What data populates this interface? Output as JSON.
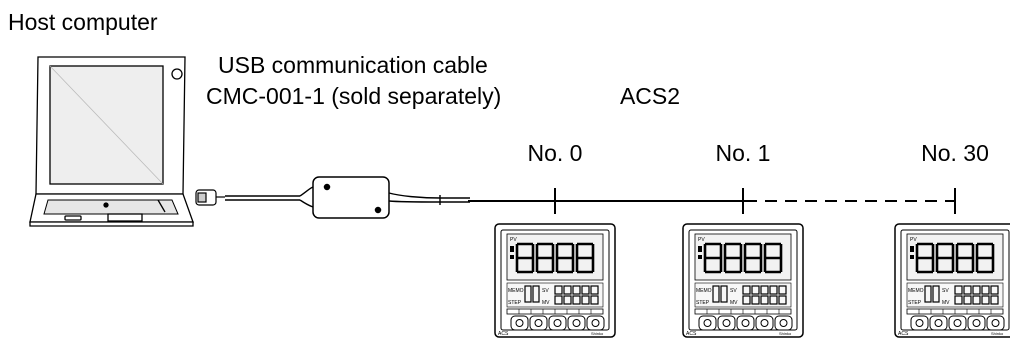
{
  "labels": {
    "host": "Host computer",
    "cable_line1": "USB communication cable",
    "cable_line2": "CMC-001-1 (sold separately)",
    "product": "ACS2"
  },
  "nodes": [
    {
      "label": "No. 0"
    },
    {
      "label": "No. 1"
    },
    {
      "label": "No. 30"
    }
  ],
  "controller_face": {
    "pv": "PV",
    "memo": "MEMO",
    "sv": "SV",
    "step": "STEP",
    "mv": "MV",
    "brand": "ACS",
    "maker": "Shinko"
  }
}
